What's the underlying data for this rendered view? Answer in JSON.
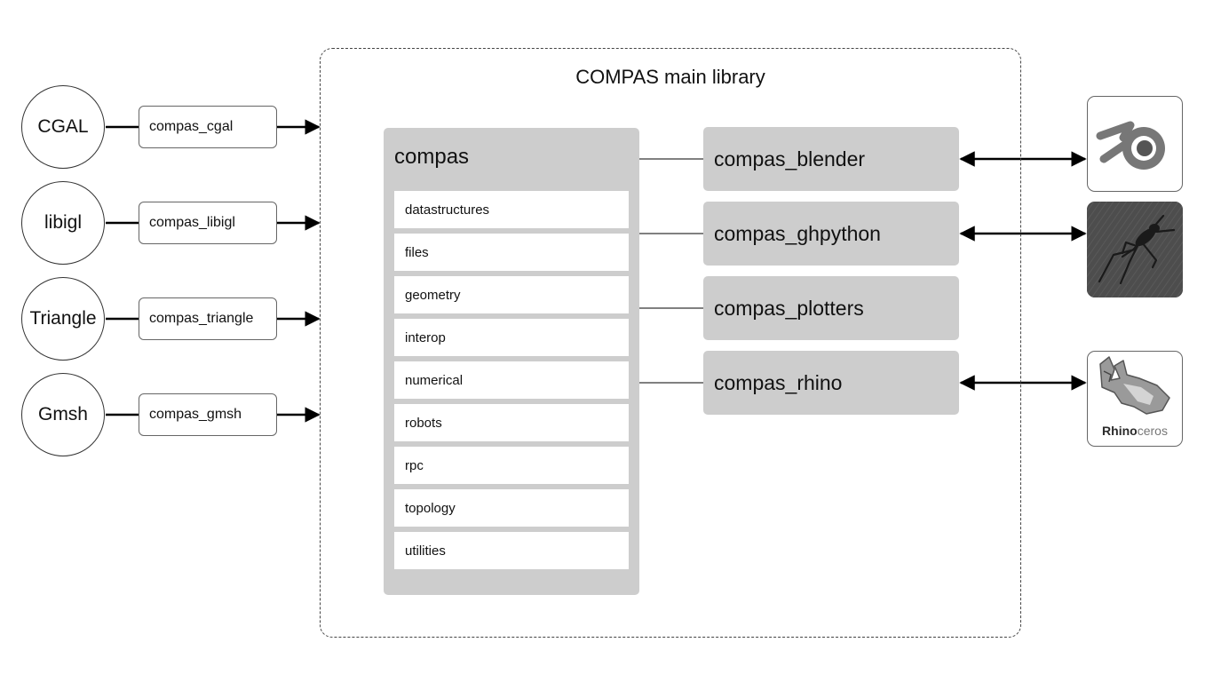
{
  "main_library": {
    "title": "COMPAS main library"
  },
  "external_libraries": [
    {
      "name": "CGAL",
      "package": "compas_cgal"
    },
    {
      "name": "libigl",
      "package": "compas_libigl"
    },
    {
      "name": "Triangle",
      "package": "compas_triangle"
    },
    {
      "name": "Gmsh",
      "package": "compas_gmsh"
    }
  ],
  "core": {
    "title": "compas",
    "packages": [
      "datastructures",
      "files",
      "geometry",
      "interop",
      "numerical",
      "robots",
      "rpc",
      "topology",
      "utilities"
    ]
  },
  "plugins": [
    {
      "label": "compas_blender",
      "app_icon": "blender-icon"
    },
    {
      "label": "compas_ghpython",
      "app_icon": "grasshopper-icon"
    },
    {
      "label": "compas_plotters",
      "app_icon": ""
    },
    {
      "label": "compas_rhino",
      "app_icon": "rhinoceros-icon"
    }
  ],
  "apps": {
    "rhino_wordmark_bold": "Rhino",
    "rhino_wordmark_light": "ceros"
  },
  "colors": {
    "panel_gray": "#cdcdcd",
    "line": "#000000",
    "dashed_border": "#444444",
    "grasshopper_bg": "#4d4d4d"
  }
}
